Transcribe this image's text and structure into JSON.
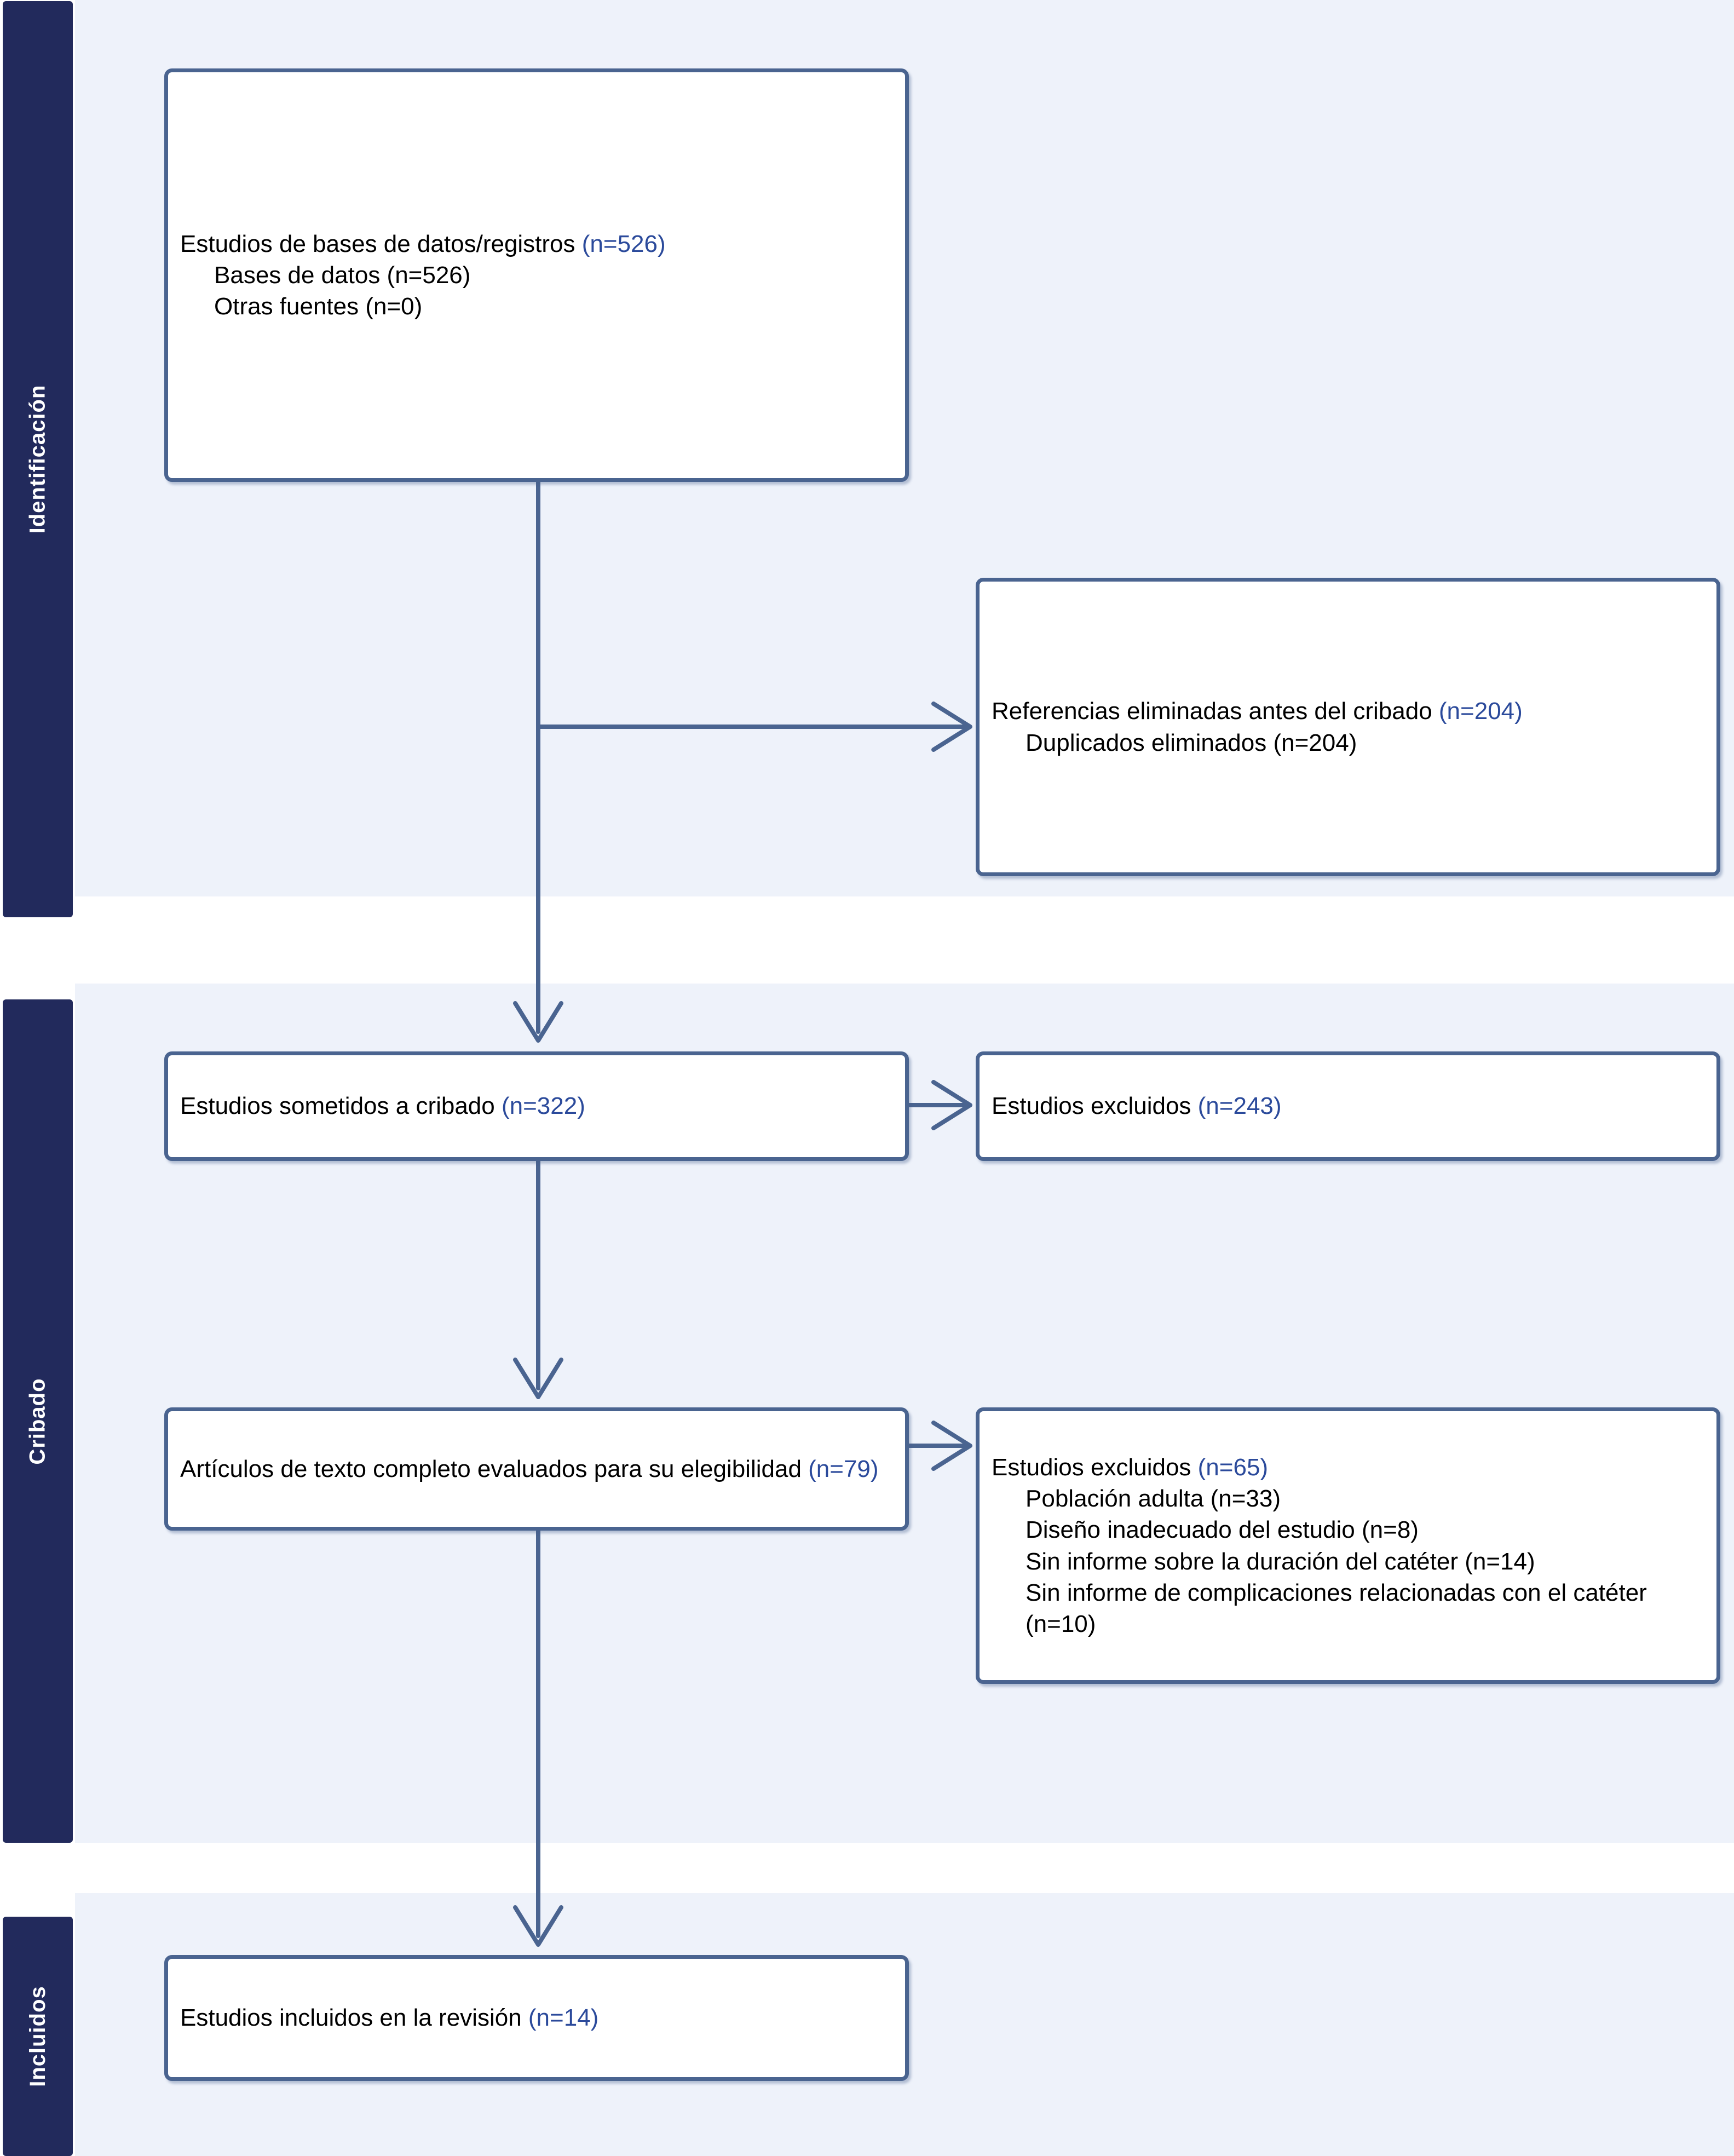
{
  "diagram": {
    "type": "prisma-flow-diagram",
    "language": "es",
    "colors": {
      "band_background": "#eef2fa",
      "sidebar_navy": "#222a5c",
      "box_border": "#4a6490",
      "count_text": "#2b4a9b",
      "body_text": "#000000",
      "page_background": "#ffffff"
    }
  },
  "phases": [
    {
      "id": "identificacion",
      "label": "Identificación"
    },
    {
      "id": "cribado",
      "label": "Cribado"
    },
    {
      "id": "incluidos",
      "label": "Incluidos"
    }
  ],
  "boxes": {
    "identificacion": {
      "line1_text": "Estudios de bases de datos/registros ",
      "line1_count": "(n=526)",
      "line2": "Bases de datos (n=526)",
      "line3": "Otras fuentes (n=0)"
    },
    "duplicados": {
      "line1_text": "Referencias eliminadas antes del cribado ",
      "line1_count": "(n=204)",
      "line2": "Duplicados eliminados (n=204)"
    },
    "cribado": {
      "line1_text": "Estudios sometidos a cribado ",
      "line1_count": "(n=322)"
    },
    "excluidos_cribado": {
      "line1_text": "Estudios excluidos ",
      "line1_count": "(n=243)"
    },
    "elegibilidad": {
      "line1_text": "Artículos de texto completo evaluados para su elegibilidad ",
      "line1_count": "(n=79)"
    },
    "excluidos_elegibilidad": {
      "line1_text": "Estudios excluidos ",
      "line1_count": "(n=65)",
      "reasons": [
        "Población adulta (n=33)",
        "Diseño inadecuado del estudio (n=8)",
        "Sin informe sobre la duración del catéter (n=14)",
        "Sin informe de complicaciones relacionadas con el catéter (n=10)"
      ]
    },
    "incluidos": {
      "line1_text": "Estudios incluidos en la revisión ",
      "line1_count": "(n=14)"
    }
  },
  "flow_data": {
    "records_identified": 526,
    "records_from_databases": 526,
    "records_from_other_sources": 0,
    "records_removed_before_screening": 204,
    "duplicates_removed": 204,
    "records_screened": 322,
    "records_excluded_screening": 243,
    "full_text_assessed": 79,
    "full_text_excluded": 65,
    "excluded_adult_population": 33,
    "excluded_inadequate_design": 8,
    "excluded_no_catheter_duration": 14,
    "excluded_no_catheter_complications": 10,
    "studies_included": 14
  }
}
